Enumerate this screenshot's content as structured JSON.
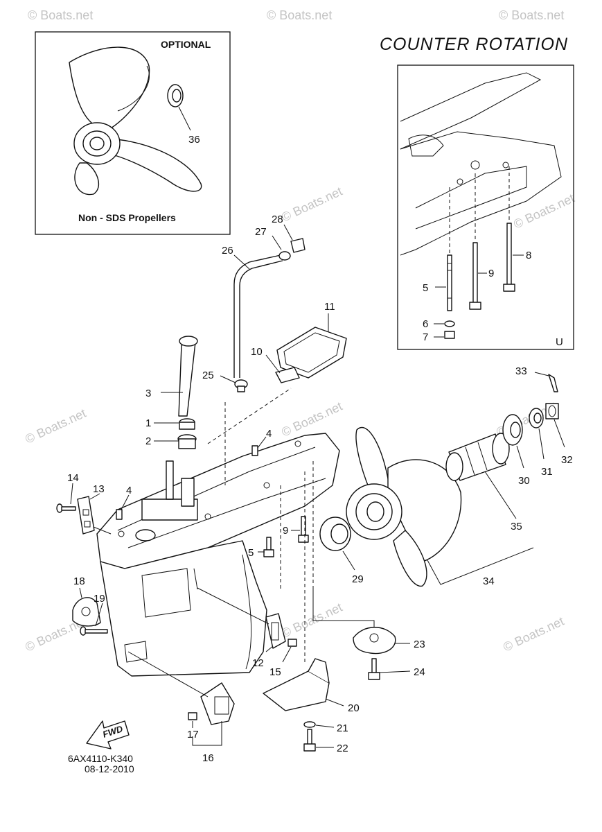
{
  "heading": "COUNTER  ROTATION",
  "optional_box": {
    "title": "OPTIONAL",
    "caption": "Non - SDS Propellers"
  },
  "inset_marker": "U",
  "fwd_label": "FWD",
  "footer": {
    "code": "6AX4110-K340",
    "date": "08-12-2010"
  },
  "watermark": "© Boats.net",
  "callouts": [
    "1",
    "2",
    "3",
    "4",
    "4",
    "5",
    "5",
    "6",
    "7",
    "8",
    "9",
    "9",
    "10",
    "11",
    "12",
    "13",
    "14",
    "15",
    "16",
    "17",
    "18",
    "19",
    "20",
    "21",
    "22",
    "23",
    "24",
    "25",
    "26",
    "27",
    "28",
    "29",
    "30",
    "31",
    "32",
    "33",
    "34",
    "35",
    "36"
  ]
}
